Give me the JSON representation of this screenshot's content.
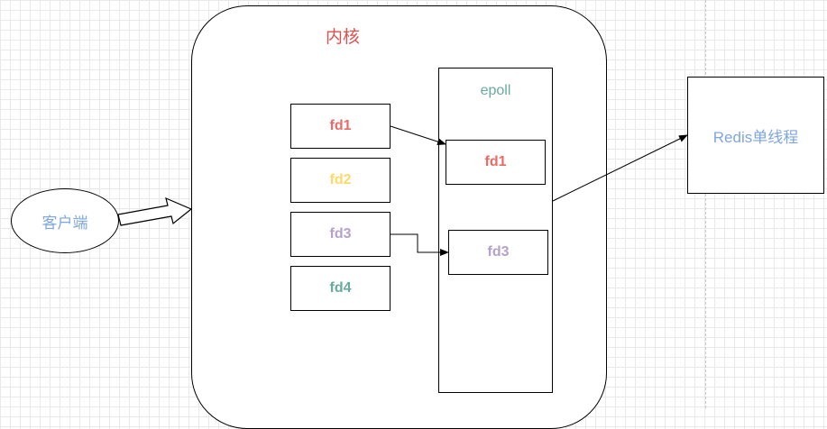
{
  "diagram": {
    "kernel": {
      "label": "内核"
    },
    "epoll": {
      "label": "epoll",
      "ready_fds": [
        "fd1",
        "fd3"
      ]
    },
    "kernel_fds": [
      "fd1",
      "fd2",
      "fd3",
      "fd4"
    ],
    "redis": {
      "label": "Redis单线程"
    },
    "client": {
      "label": "客户端"
    },
    "colors": {
      "fd1": "#ea6b66",
      "fd2": "#ffd966",
      "fd3": "#b5a1cd",
      "fd4": "#67ab9f",
      "kernel_label": "#e0504f",
      "epoll_label": "#67ab9f",
      "redis_label": "#7ea6e0",
      "client_label": "#7ea6e0"
    }
  }
}
